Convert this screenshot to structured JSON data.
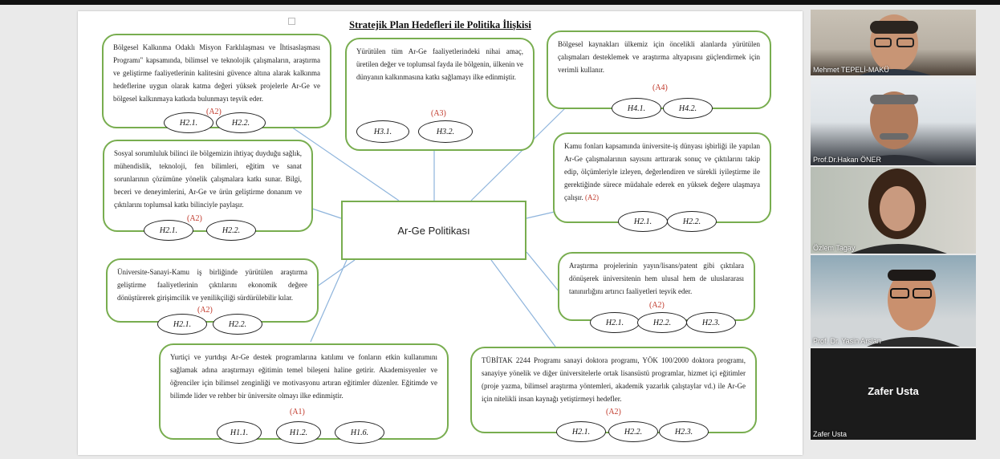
{
  "document": {
    "title": "Stratejik Plan Hedefleri ile Politika İlişkisi",
    "center_label": "Ar-Ge Politikası",
    "boxes": [
      {
        "text": "Bölgesel Kalkınma Odaklı Misyon Farklılaşması ve İhtisaslaşması Programı\" kapsamında, bilimsel ve teknolojik çalışmaların, araştırma ve geliştirme faaliyetlerinin kalitesini güvence altına alarak kalkınma hedeflerine uygun olarak katma değeri yüksek projelerle Ar-Ge ve bölgesel kalkınmaya katkıda bulunmayı teşvik eder.",
        "annotation": "(A2)",
        "targets": [
          "H2.1.",
          "H2.2."
        ]
      },
      {
        "text": "Yürütülen tüm Ar-Ge faaliyetlerindeki nihai amaç, üretilen değer ve toplumsal fayda ile bölgenin, ülkenin ve dünyanın kalkınmasına katkı sağlamayı ilke edinmiştir.",
        "annotation": "(A3)",
        "targets": [
          "H3.1.",
          "H3.2."
        ]
      },
      {
        "text": "Bölgesel kaynakları ülkemiz için öncelikli alanlarda yürütülen çalışmaları desteklemek ve araştırma altyapısını güçlendirmek için verimli kullanır.",
        "annotation": "(A4)",
        "targets": [
          "H4.1.",
          "H4.2."
        ]
      },
      {
        "text": "Sosyal sorumluluk bilinci ile bölgemizin ihtiyaç duyduğu sağlık, mühendislik, teknoloji, fen bilimleri, eğitim ve sanat sorunlarının çözümüne yönelik çalışmalara katkı sunar. Bilgi, beceri ve deneyimlerini, Ar-Ge ve ürün geliştirme donanım ve çıktılarını toplumsal katkı bilinciyle paylaşır.",
        "annotation": "(A2)",
        "targets": [
          "H2.1.",
          "H2.2."
        ]
      },
      {
        "text": "Kamu fonları kapsamında üniversite-iş dünyası işbirliği ile yapılan Ar-Ge çalışmalarının sayısını arttırarak sonuç ve çıktılarını takip edip, ölçümleriyle izleyen, değerlendiren ve sürekli iyileştirme ile gerektiğinde sürece müdahale ederek en yüksek değere ulaşmaya çalışır.",
        "annotation": "(A2)",
        "targets": [
          "H2.1.",
          "H2.2."
        ]
      },
      {
        "text": "Üniversite-Sanayi-Kamu iş birliğinde yürütülen araştırma geliştirme faaliyetlerinin çıktılarını ekonomik değere dönüştürerek girişimcilik ve yenilikçiliği sürdürülebilir kılar.",
        "annotation": "(A2)",
        "targets": [
          "H2.1.",
          "H2.2."
        ]
      },
      {
        "text": "Araştırma projelerinin yayın/lisans/patent gibi çıktılara dönüşerek üniversitenin hem ulusal hem de uluslararası tanınırlığını artırıcı faaliyetleri teşvik eder.",
        "annotation": "(A2)",
        "targets": [
          "H2.1.",
          "H2.2.",
          "H2.3."
        ]
      },
      {
        "text": "Yurtiçi ve yurtdışı Ar-Ge destek programlarına katılımı ve fonların etkin kullanımını sağlamak adına araştırmayı eğitimin temel bileşeni haline getirir. Akademisyenler ve öğrenciler için bilimsel zenginliği ve motivasyonu artıran eğitimler düzenler. Eğitimde ve bilimde lider ve rehber bir üniversite olmayı ilke edinmiştir.",
        "annotation": "(A1)",
        "targets": [
          "H1.1.",
          "H1.2.",
          "H1.6."
        ]
      },
      {
        "text": "TÜBİTAK 2244 Programı sanayi doktora programı, YÖK 100/2000 doktora programı, sanayiye yönelik ve diğer üniversitelerle ortak lisansüstü programlar, hizmet içi eğitimler (proje yazma, bilimsel araştırma yöntemleri, akademik yazarlık çalıştaylar vd.) ile Ar-Ge için nitelikli insan kaynağı yetiştirmeyi hedefler.",
        "annotation": "(A2)",
        "targets": [
          "H2.1.",
          "H2.2.",
          "H2.3."
        ]
      }
    ]
  },
  "participants": [
    {
      "name": "Mehmet TEPELİ-MAKÜ"
    },
    {
      "name": "Prof.Dr.Hakan ÖNER"
    },
    {
      "name": "Özlem Tagay"
    },
    {
      "name": "Prof. Dr. Yasin Arslan"
    },
    {
      "name": "Zafer Usta",
      "display_name": "Zafer Usta"
    }
  ],
  "colors": {
    "box_border": "#78ad4f",
    "connector": "#8eb4dc",
    "annotation": "#c0392b"
  }
}
